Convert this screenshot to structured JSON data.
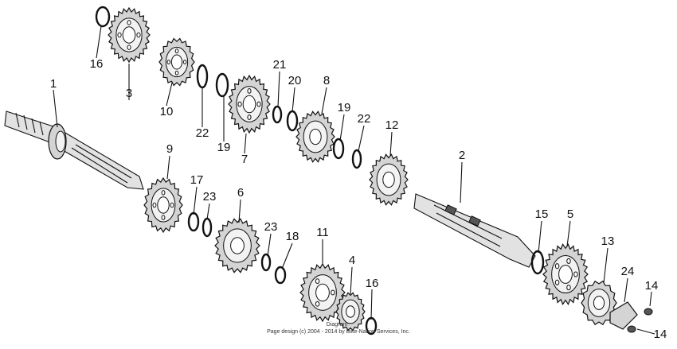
{
  "callouts": [
    {
      "text": "1"
    },
    {
      "text": "2"
    },
    {
      "text": "3"
    },
    {
      "text": "4"
    },
    {
      "text": "5"
    },
    {
      "text": "6"
    },
    {
      "text": "7"
    },
    {
      "text": "8"
    },
    {
      "text": "9"
    },
    {
      "text": "10"
    },
    {
      "text": "11"
    },
    {
      "text": "12"
    },
    {
      "text": "13"
    },
    {
      "text": "14"
    },
    {
      "text": "14"
    },
    {
      "text": "15"
    },
    {
      "text": "16"
    },
    {
      "text": "16"
    },
    {
      "text": "17"
    },
    {
      "text": "18"
    },
    {
      "text": "19"
    },
    {
      "text": "19"
    },
    {
      "text": "20"
    },
    {
      "text": "21"
    },
    {
      "text": "22"
    },
    {
      "text": "22"
    },
    {
      "text": "23"
    },
    {
      "text": "23"
    },
    {
      "text": "24"
    }
  ],
  "copyright": {
    "line1": "Diagram",
    "line2": "Page design (c) 2004 - 2014 by Bike-Nation Services, Inc."
  }
}
